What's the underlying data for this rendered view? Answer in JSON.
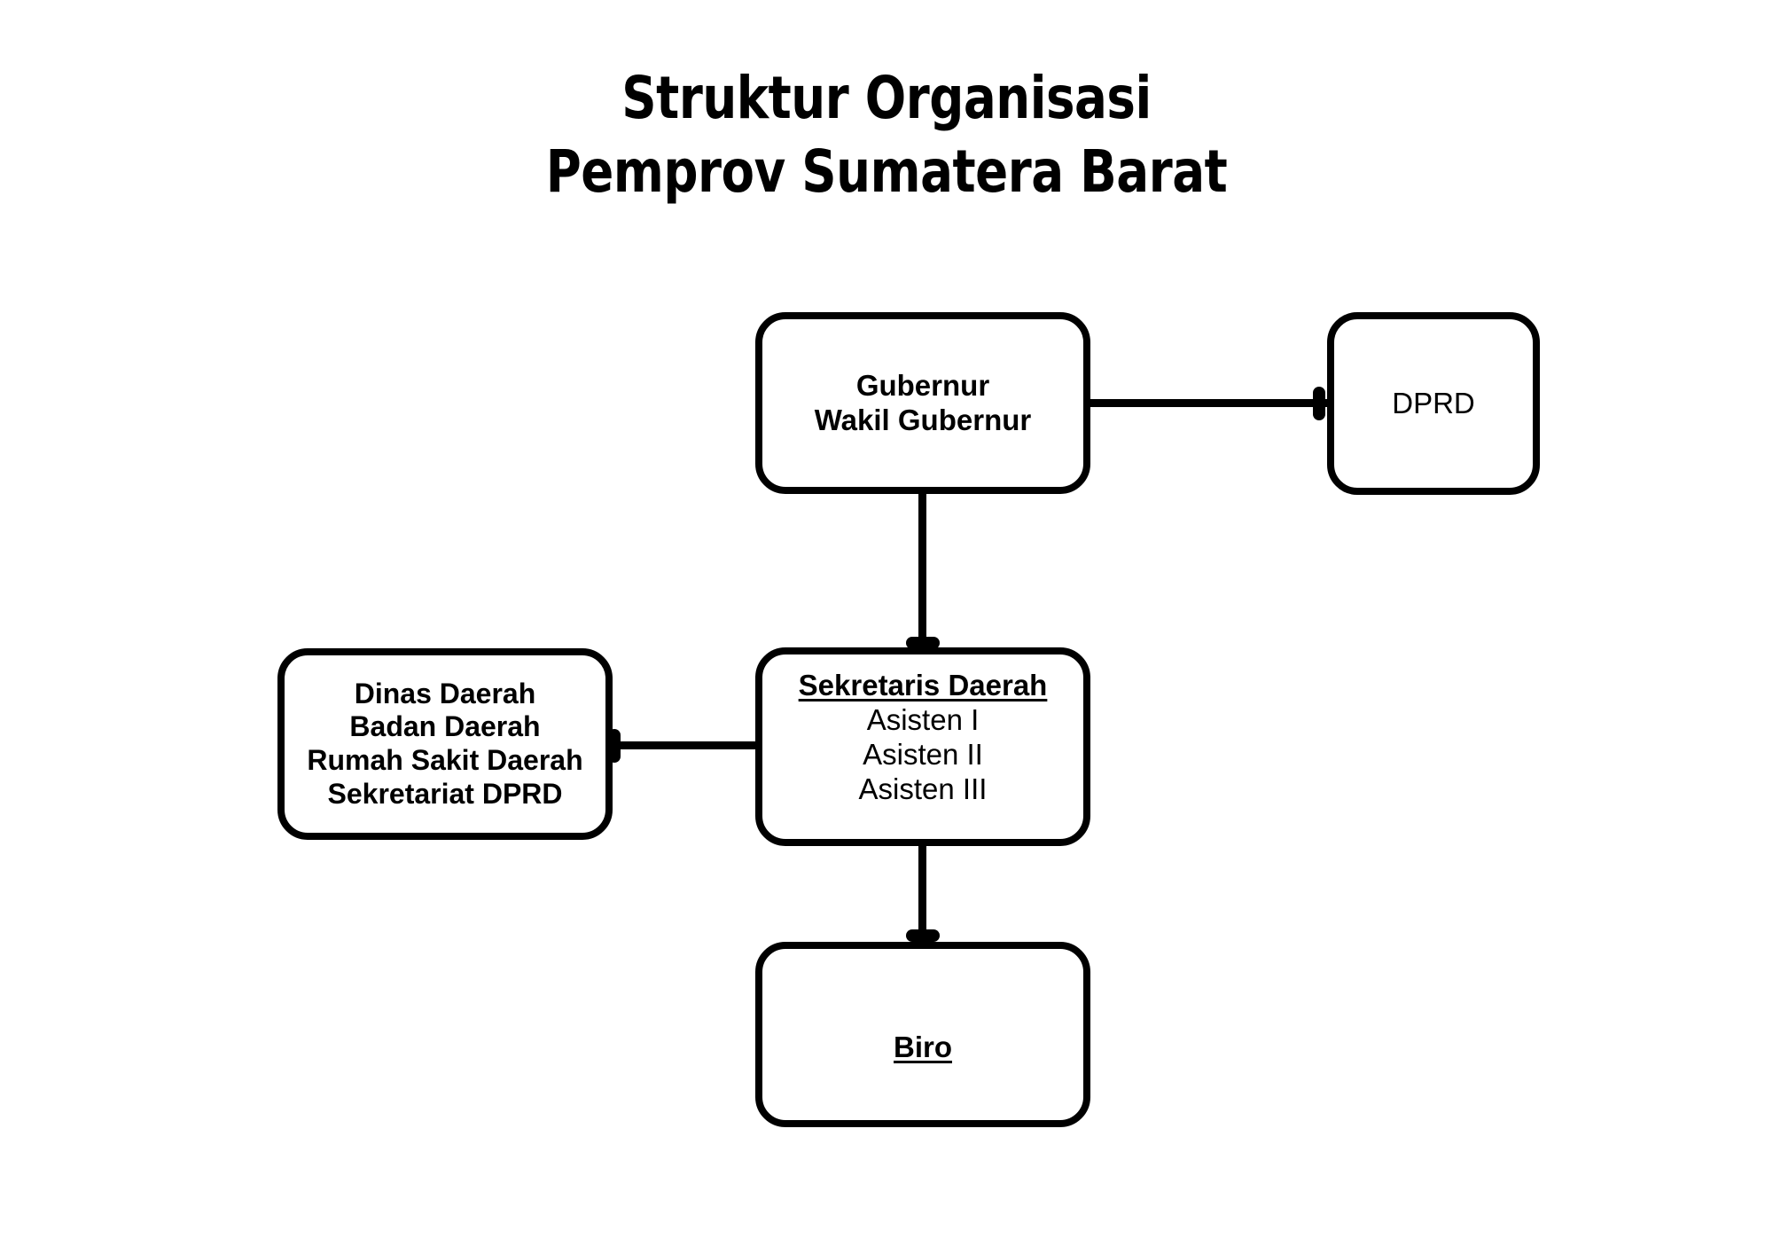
{
  "page": {
    "background_color": "#ffffff",
    "foreground_color": "#000000"
  },
  "title": {
    "line1": "Struktur Organisasi",
    "line2": "Pemprov Sumatera Barat"
  },
  "chart_data": {
    "type": "diagram",
    "subtype": "organizational-chart",
    "title": "Struktur Organisasi Pemprov Sumatera Barat",
    "orientation": "top-down",
    "nodes": [
      {
        "id": "gubernur",
        "lines": [
          {
            "text": "Gubernur",
            "bold": true,
            "underline": false
          },
          {
            "text": "Wakil Gubernur",
            "bold": true,
            "underline": false
          }
        ]
      },
      {
        "id": "dprd",
        "lines": [
          {
            "text": "DPRD",
            "bold": false,
            "underline": false
          }
        ]
      },
      {
        "id": "sekretaris",
        "lines": [
          {
            "text": "Sekretaris Daerah",
            "bold": true,
            "underline": true
          },
          {
            "text": "Asisten I",
            "bold": false,
            "underline": false
          },
          {
            "text": "Asisten II",
            "bold": false,
            "underline": false
          },
          {
            "text": "Asisten III",
            "bold": false,
            "underline": false
          }
        ]
      },
      {
        "id": "perangkat",
        "lines": [
          {
            "text": "Dinas Daerah",
            "bold": true,
            "underline": false
          },
          {
            "text": "Badan Daerah",
            "bold": true,
            "underline": false
          },
          {
            "text": "Rumah Sakit Daerah",
            "bold": true,
            "underline": false
          },
          {
            "text": "Sekretariat DPRD",
            "bold": true,
            "underline": false
          }
        ]
      },
      {
        "id": "biro",
        "lines": [
          {
            "text": "Biro",
            "bold": true,
            "underline": true
          }
        ]
      }
    ],
    "edges": [
      {
        "from": "gubernur",
        "to": "sekretaris",
        "direction": "vertical",
        "head_at": "sekretaris"
      },
      {
        "from": "gubernur",
        "to": "dprd",
        "direction": "horizontal",
        "head_at": "dprd"
      },
      {
        "from": "sekretaris",
        "to": "perangkat",
        "direction": "horizontal",
        "head_at": "perangkat"
      },
      {
        "from": "sekretaris",
        "to": "biro",
        "direction": "vertical",
        "head_at": "biro"
      }
    ]
  },
  "nodes": {
    "gubernur": {
      "line1": "Gubernur",
      "line2": "Wakil Gubernur"
    },
    "dprd": {
      "line1": "DPRD"
    },
    "sekretaris": {
      "line1": "Sekretaris Daerah",
      "line2": "Asisten I",
      "line3": "Asisten II",
      "line4": "Asisten III"
    },
    "perangkat": {
      "line1": "Dinas Daerah",
      "line2": "Badan Daerah",
      "line3": "Rumah Sakit Daerah",
      "line4": "Sekretariat DPRD"
    },
    "biro": {
      "line1": "Biro"
    }
  }
}
